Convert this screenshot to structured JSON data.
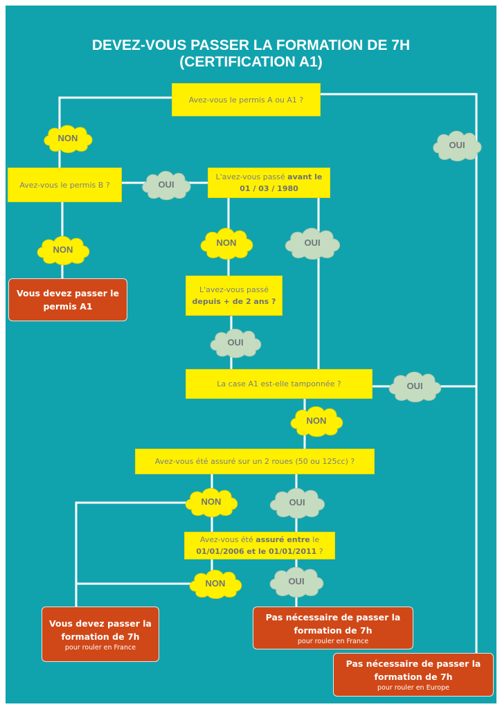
{
  "title": {
    "line1": "DEVEZ-VOUS PASSER LA FORMATION DE 7H",
    "line2": "(CERTIFICATION A1)"
  },
  "colors": {
    "background": "#10a3ae",
    "question": "#fff000",
    "result": "#d04818",
    "cloud_non": "#fff000",
    "cloud_oui": "#c6dcc0",
    "lines": "#ffffff"
  },
  "labels": {
    "non": "NON",
    "oui": "OUI"
  },
  "questions": {
    "q1": "Avez-vous le permis A ou A1 ?",
    "q2": "Avez-vous le permis B ?",
    "q3_prefix": "L'avez-vous passé ",
    "q3_bold1": "avant le",
    "q3_bold2": "01 / 03 / 1980",
    "q4_line1": "L'avez-vous passé",
    "q4_bold": "depuis + de 2 ans ?",
    "q5": "La case A1 est-elle tamponnée ?",
    "q6": "Avez-vous été assuré sur un 2 roues (50 ou 125cc) ?",
    "q7_prefix": "Avez-vous été ",
    "q7_bold1": "assuré entre",
    "q7_mid": " le",
    "q7_bold2": "01/01/2006 et le 01/01/2011",
    "q7_suffix": " ?"
  },
  "results": {
    "r1_line1": "Vous devez passer le",
    "r1_line2": "permis A1",
    "r2_line1": "Vous devez passer la",
    "r2_line2": "formation de 7h",
    "r2_small": "pour rouler en France",
    "r3_line1": "Pas nécessaire de passer la",
    "r3_line2": "formation de 7h",
    "r3_small": "pour rouler en France",
    "r4_line1": "Pas nécessaire de passer la",
    "r4_line2": "formation de 7h",
    "r4_small": "pour rouler en Europe"
  }
}
